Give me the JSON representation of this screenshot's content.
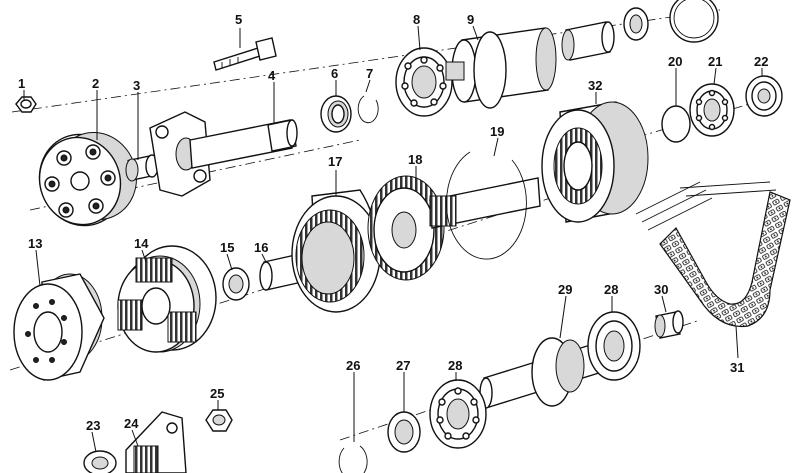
{
  "callouts": [
    {
      "id": "p1",
      "number": "1"
    },
    {
      "id": "p2",
      "number": "2"
    },
    {
      "id": "p3",
      "number": "3"
    },
    {
      "id": "p4",
      "number": "4"
    },
    {
      "id": "p5",
      "number": "5"
    },
    {
      "id": "p6",
      "number": "6"
    },
    {
      "id": "p7",
      "number": "7"
    },
    {
      "id": "p8",
      "number": "8"
    },
    {
      "id": "p9",
      "number": "9"
    },
    {
      "id": "p13",
      "number": "13"
    },
    {
      "id": "p14",
      "number": "14"
    },
    {
      "id": "p15",
      "number": "15"
    },
    {
      "id": "p16",
      "number": "16"
    },
    {
      "id": "p17",
      "number": "17"
    },
    {
      "id": "p18",
      "number": "18"
    },
    {
      "id": "p19",
      "number": "19"
    },
    {
      "id": "p20",
      "number": "20"
    },
    {
      "id": "p21",
      "number": "21"
    },
    {
      "id": "p22",
      "number": "22"
    },
    {
      "id": "p23",
      "number": "23"
    },
    {
      "id": "p24",
      "number": "24"
    },
    {
      "id": "p25",
      "number": "25"
    },
    {
      "id": "p26",
      "number": "26"
    },
    {
      "id": "p27",
      "number": "27"
    },
    {
      "id": "p28a",
      "number": "28"
    },
    {
      "id": "p28b",
      "number": "28"
    },
    {
      "id": "p29",
      "number": "29"
    },
    {
      "id": "p30",
      "number": "30"
    },
    {
      "id": "p31",
      "number": "31"
    },
    {
      "id": "p32",
      "number": "32"
    }
  ]
}
